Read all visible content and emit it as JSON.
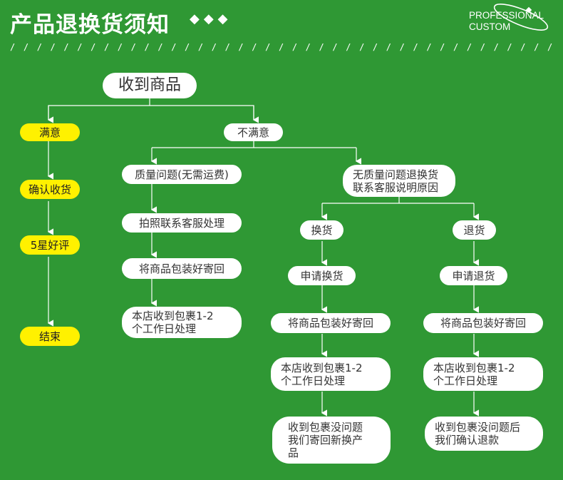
{
  "header": {
    "title": "产品退换货须知",
    "decor": "◆◆◆",
    "brand_line1": "PROFESSIONAL",
    "brand_line2": "CUSTOM",
    "divider": "/ / / / / / / / / / / / / / / / / / / / / / / / / / / / / / / / / / / / / / / / / / / / / / / / / / / / / / / / / / / / /"
  },
  "flow": {
    "start": "收到商品",
    "satisfied": {
      "label": "满意",
      "steps": [
        "确认收货",
        "5星好评",
        "结束"
      ]
    },
    "unsatisfied": {
      "label": "不满意",
      "quality": {
        "label": "质量问题(无需运费)",
        "steps": [
          "拍照联系客服处理",
          "将商品包装好寄回",
          "本店收到包裹1-2\n个工作日处理"
        ]
      },
      "no_quality": {
        "label_line1": "无质量问题退换货",
        "label_line2": "联系客服说明原因",
        "exchange": {
          "label": "换货",
          "steps": [
            "申请换货",
            "将商品包装好寄回",
            "本店收到包裹1-2\n个工作日处理",
            "收到包裹没问题\n我们寄回新换产\n品"
          ]
        },
        "refund": {
          "label": "退货",
          "steps": [
            "申请退货",
            "将商品包装好寄回",
            "本店收到包裹1-2\n个工作日处理",
            "收到包裹没问题后\n我们确认退款"
          ]
        }
      }
    }
  },
  "colors": {
    "background": "#2f9834",
    "node": "#ffffff",
    "highlight": "#fff100",
    "line": "#ffffff"
  }
}
